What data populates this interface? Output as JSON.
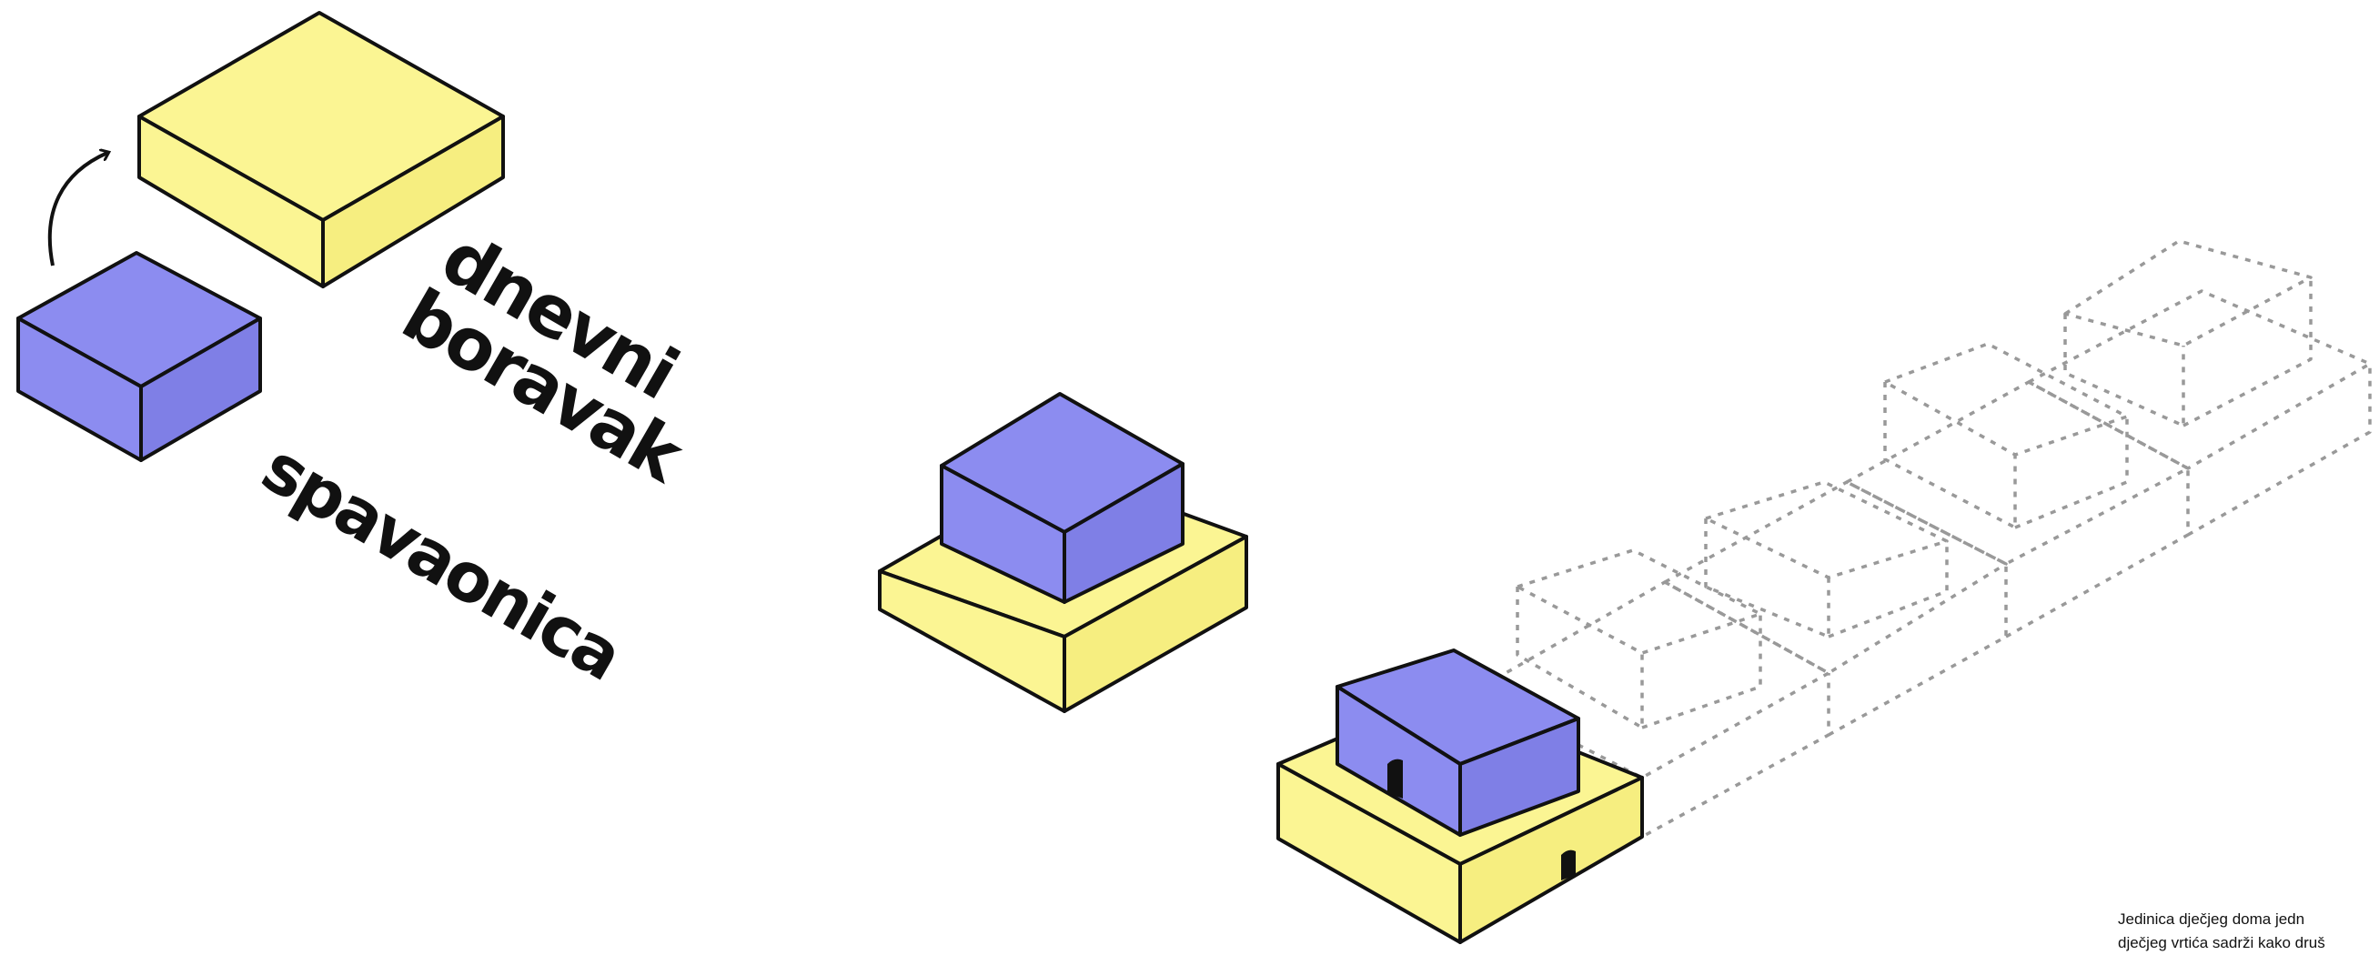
{
  "labels": {
    "living_room": [
      "dnevni",
      "boravak"
    ],
    "bedroom": "spavaonica"
  },
  "caption_lines": [
    "Jedinica dječjeg doma jedn",
    "dječjeg vrtića sadrži kako druš"
  ],
  "colors": {
    "yellow": "#fbf593",
    "blue": "#8c8cf0",
    "outline": "#111111",
    "dashed": "#999999"
  }
}
